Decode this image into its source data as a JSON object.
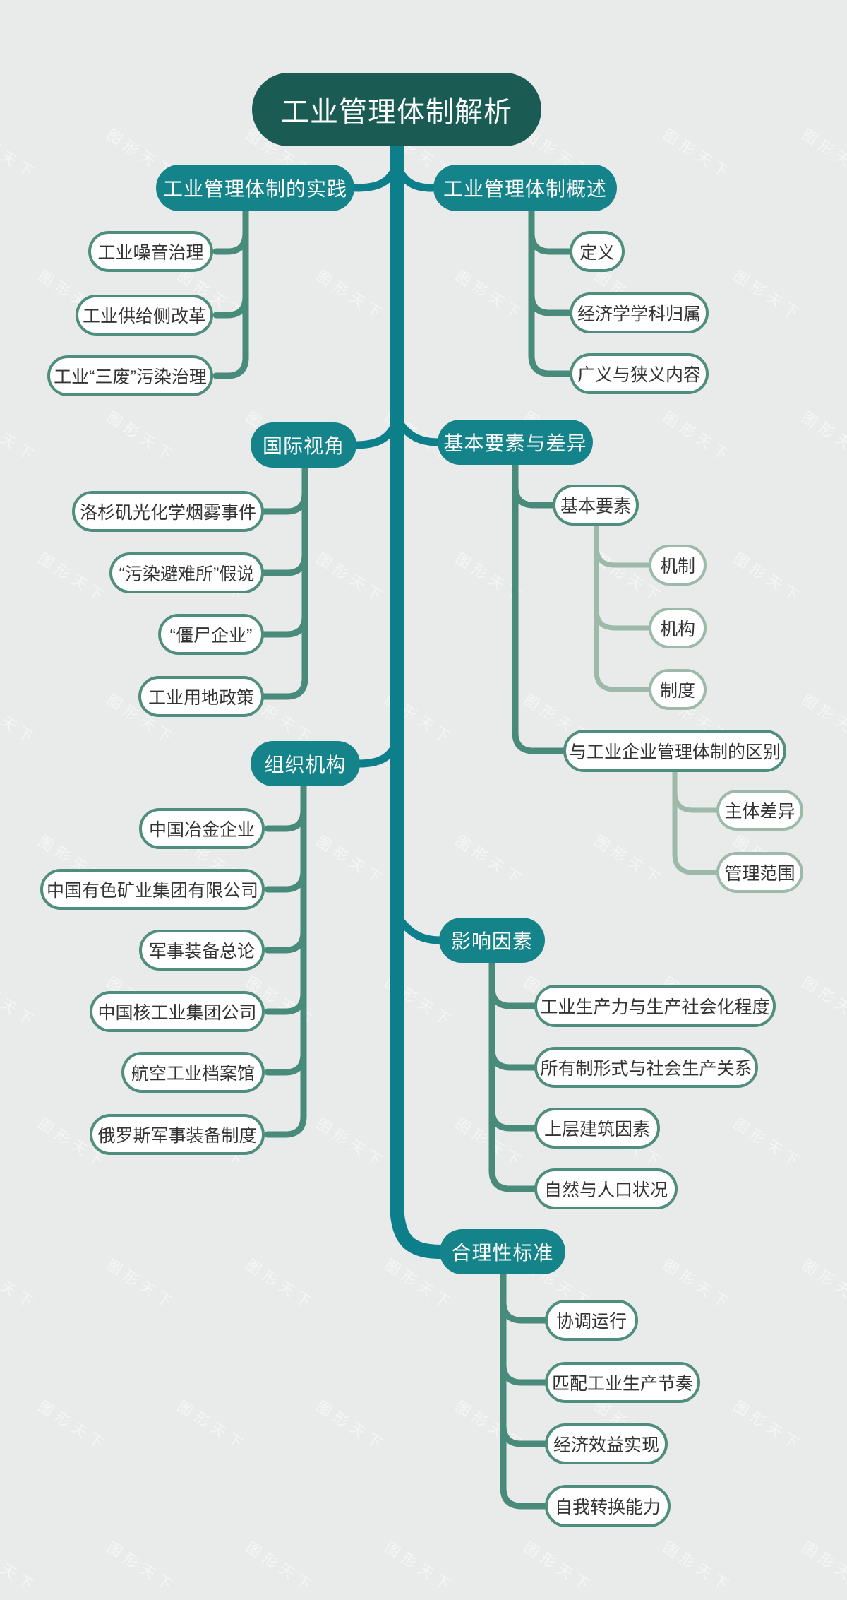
{
  "watermark": {
    "text": "图形天下"
  },
  "colors": {
    "background": "#e9eaea",
    "root_fill": "#1a5c53",
    "branch_fill": "#15838a",
    "trunk": "#0d7f8b",
    "connector_green": "#488b7a",
    "connector_sage": "#9cb9a9",
    "leaf_border": "#4f8e7d",
    "leaf_border_light": "#9cb9a9",
    "root_text": "#ffffff",
    "leaf_text": "#333333"
  },
  "mindmap": {
    "root": {
      "label": "工业管理体制解析"
    },
    "branches": [
      {
        "label": "工业管理体制的实践",
        "side": "left",
        "children": [
          {
            "label": "工业噪音治理"
          },
          {
            "label": "工业供给侧改革"
          },
          {
            "label": "工业“三废”污染治理"
          }
        ]
      },
      {
        "label": "工业管理体制概述",
        "side": "right",
        "children": [
          {
            "label": "定义"
          },
          {
            "label": "经济学学科归属"
          },
          {
            "label": "广义与狭义内容"
          }
        ]
      },
      {
        "label": "国际视角",
        "side": "left",
        "children": [
          {
            "label": "洛杉矶光化学烟雾事件"
          },
          {
            "label": "“污染避难所”假说"
          },
          {
            "label": "“僵尸企业”"
          },
          {
            "label": "工业用地政策"
          }
        ]
      },
      {
        "label": "基本要素与差异",
        "side": "right",
        "children": [
          {
            "label": "基本要素",
            "children": [
              {
                "label": "机制"
              },
              {
                "label": "机构"
              },
              {
                "label": "制度"
              }
            ]
          },
          {
            "label": "与工业企业管理体制的区别",
            "children": [
              {
                "label": "主体差异"
              },
              {
                "label": "管理范围"
              }
            ]
          }
        ]
      },
      {
        "label": "组织机构",
        "side": "left",
        "children": [
          {
            "label": "中国冶金企业"
          },
          {
            "label": "中国有色矿业集团有限公司"
          },
          {
            "label": "军事装备总论"
          },
          {
            "label": "中国核工业集团公司"
          },
          {
            "label": "航空工业档案馆"
          },
          {
            "label": "俄罗斯军事装备制度"
          }
        ]
      },
      {
        "label": "影响因素",
        "side": "right",
        "children": [
          {
            "label": "工业生产力与生产社会化程度"
          },
          {
            "label": "所有制形式与社会生产关系"
          },
          {
            "label": "上层建筑因素"
          },
          {
            "label": "自然与人口状况"
          }
        ]
      },
      {
        "label": "合理性标准",
        "side": "right",
        "children": [
          {
            "label": "协调运行"
          },
          {
            "label": "匹配工业生产节奏"
          },
          {
            "label": "经济效益实现"
          },
          {
            "label": "自我转换能力"
          }
        ]
      }
    ]
  }
}
